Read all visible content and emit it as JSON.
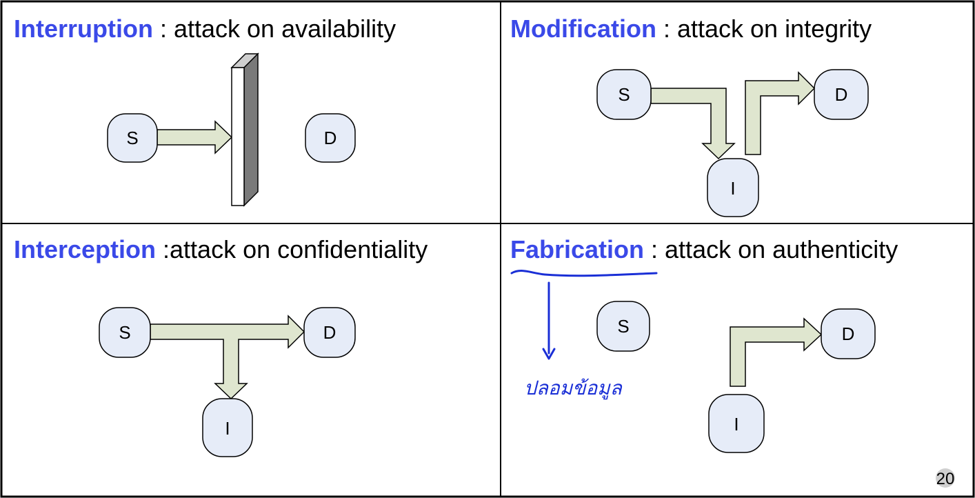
{
  "panels": {
    "interruption": {
      "keyword": "Interruption",
      "rest": " : attack on availability"
    },
    "modification": {
      "keyword": "Modification",
      "rest": " : attack on integrity"
    },
    "interception": {
      "keyword": "Interception",
      "rest": " :attack on confidentiality"
    },
    "fabrication": {
      "keyword": "Fabrication",
      "rest": " : attack on authenticity"
    }
  },
  "nodes": {
    "source": "S",
    "destination": "D",
    "intruder": "I"
  },
  "handwritten_note": "ปลอมข้อมูล",
  "page_number": "20",
  "colors": {
    "keyword": "#3a49e8",
    "node_fill": "#e6ecf8",
    "arrow_fill": "#dfe6cf",
    "ink": "#1a2fd6"
  }
}
